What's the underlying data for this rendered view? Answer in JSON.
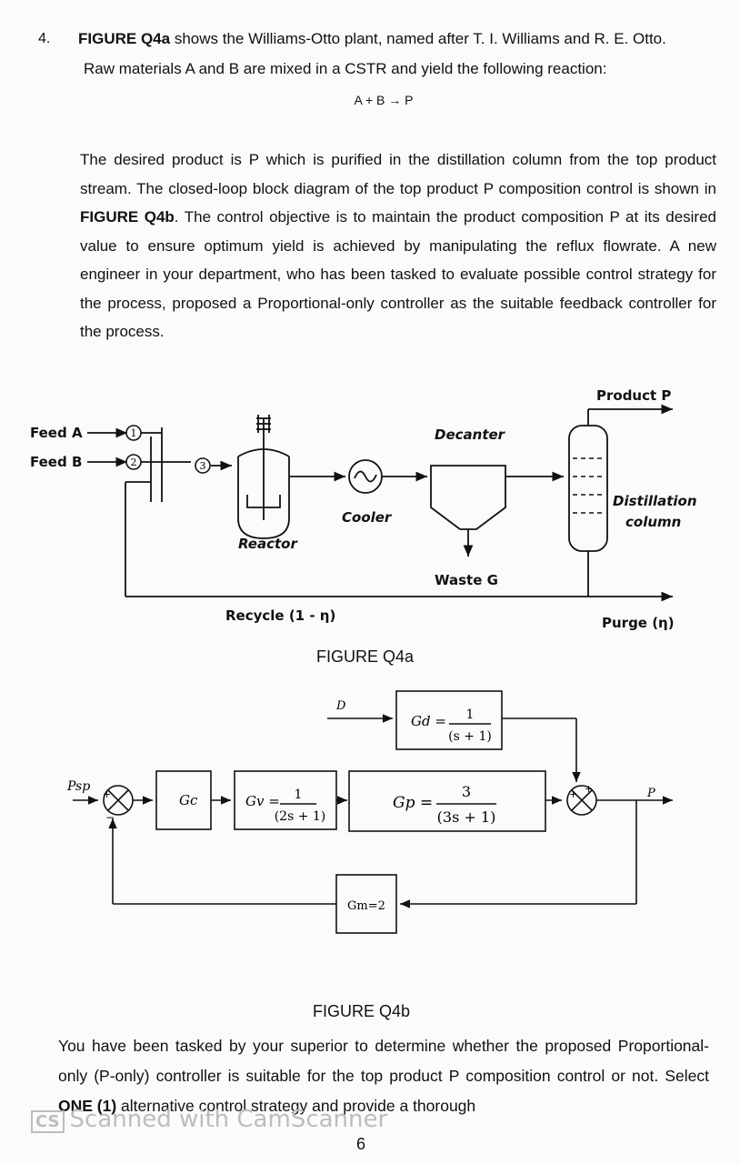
{
  "question": {
    "number": "4.",
    "line1_bold": "FIGURE Q4a",
    "line1_rest": " shows the Williams-Otto plant, named after T. I. Williams and R. E. Otto.",
    "line2": "Raw materials A and B are mixed in a CSTR and yield the following reaction:",
    "reaction": "A + B → P",
    "para_a": "The desired product is P which is purified in the distillation column from the top product stream. The closed-loop block diagram of the top product P composition control is shown in ",
    "para_b_bold": "FIGURE Q4b",
    "para_c": ". The control objective is to maintain the product composition P at its desired value to ensure optimum yield is achieved by manipulating the reflux flowrate. A new engineer in your department, who has been tasked to evaluate possible control strategy for the process, proposed a Proportional-only controller as the suitable feedback controller for the process."
  },
  "figure_a": {
    "title": "FIGURE Q4a",
    "feed_a": "Feed A",
    "feed_b": "Feed B",
    "stream_1": "1",
    "stream_2": "2",
    "stream_3": "3",
    "reactor": "Reactor",
    "cooler": "Cooler",
    "decanter": "Decanter",
    "waste": "Waste G",
    "product": "Product P",
    "column_line1": "Distillation",
    "column_line2": "column",
    "recycle": "Recycle (1 - η)",
    "purge": "Purge (η)"
  },
  "figure_b": {
    "title": "FIGURE Q4b",
    "setpoint": "Psp",
    "controller": "Gc",
    "valve_lhs": "Gv =",
    "valve_num": "1",
    "valve_den": "(2s + 1)",
    "process_lhs": "Gp =",
    "process_num": "3",
    "process_den": "(3s + 1)",
    "disturbance": "D",
    "dist_lhs": "Gd =",
    "dist_num": "1",
    "dist_den": "(s + 1)",
    "measurement": "Gm=2",
    "output": "P",
    "plus": "+",
    "minus": "−"
  },
  "closing": {
    "text_a": "You have been tasked by your superior to determine whether the proposed Proportional-only (P-only) controller is suitable for the top product P composition control or not. Select ",
    "text_bold": "ONE (1)",
    "text_b": " alternative control strategy and provide a thorough"
  },
  "footer": {
    "watermark_badge": "CS",
    "watermark": "Scanned with CamScanner",
    "page_number": "6"
  }
}
